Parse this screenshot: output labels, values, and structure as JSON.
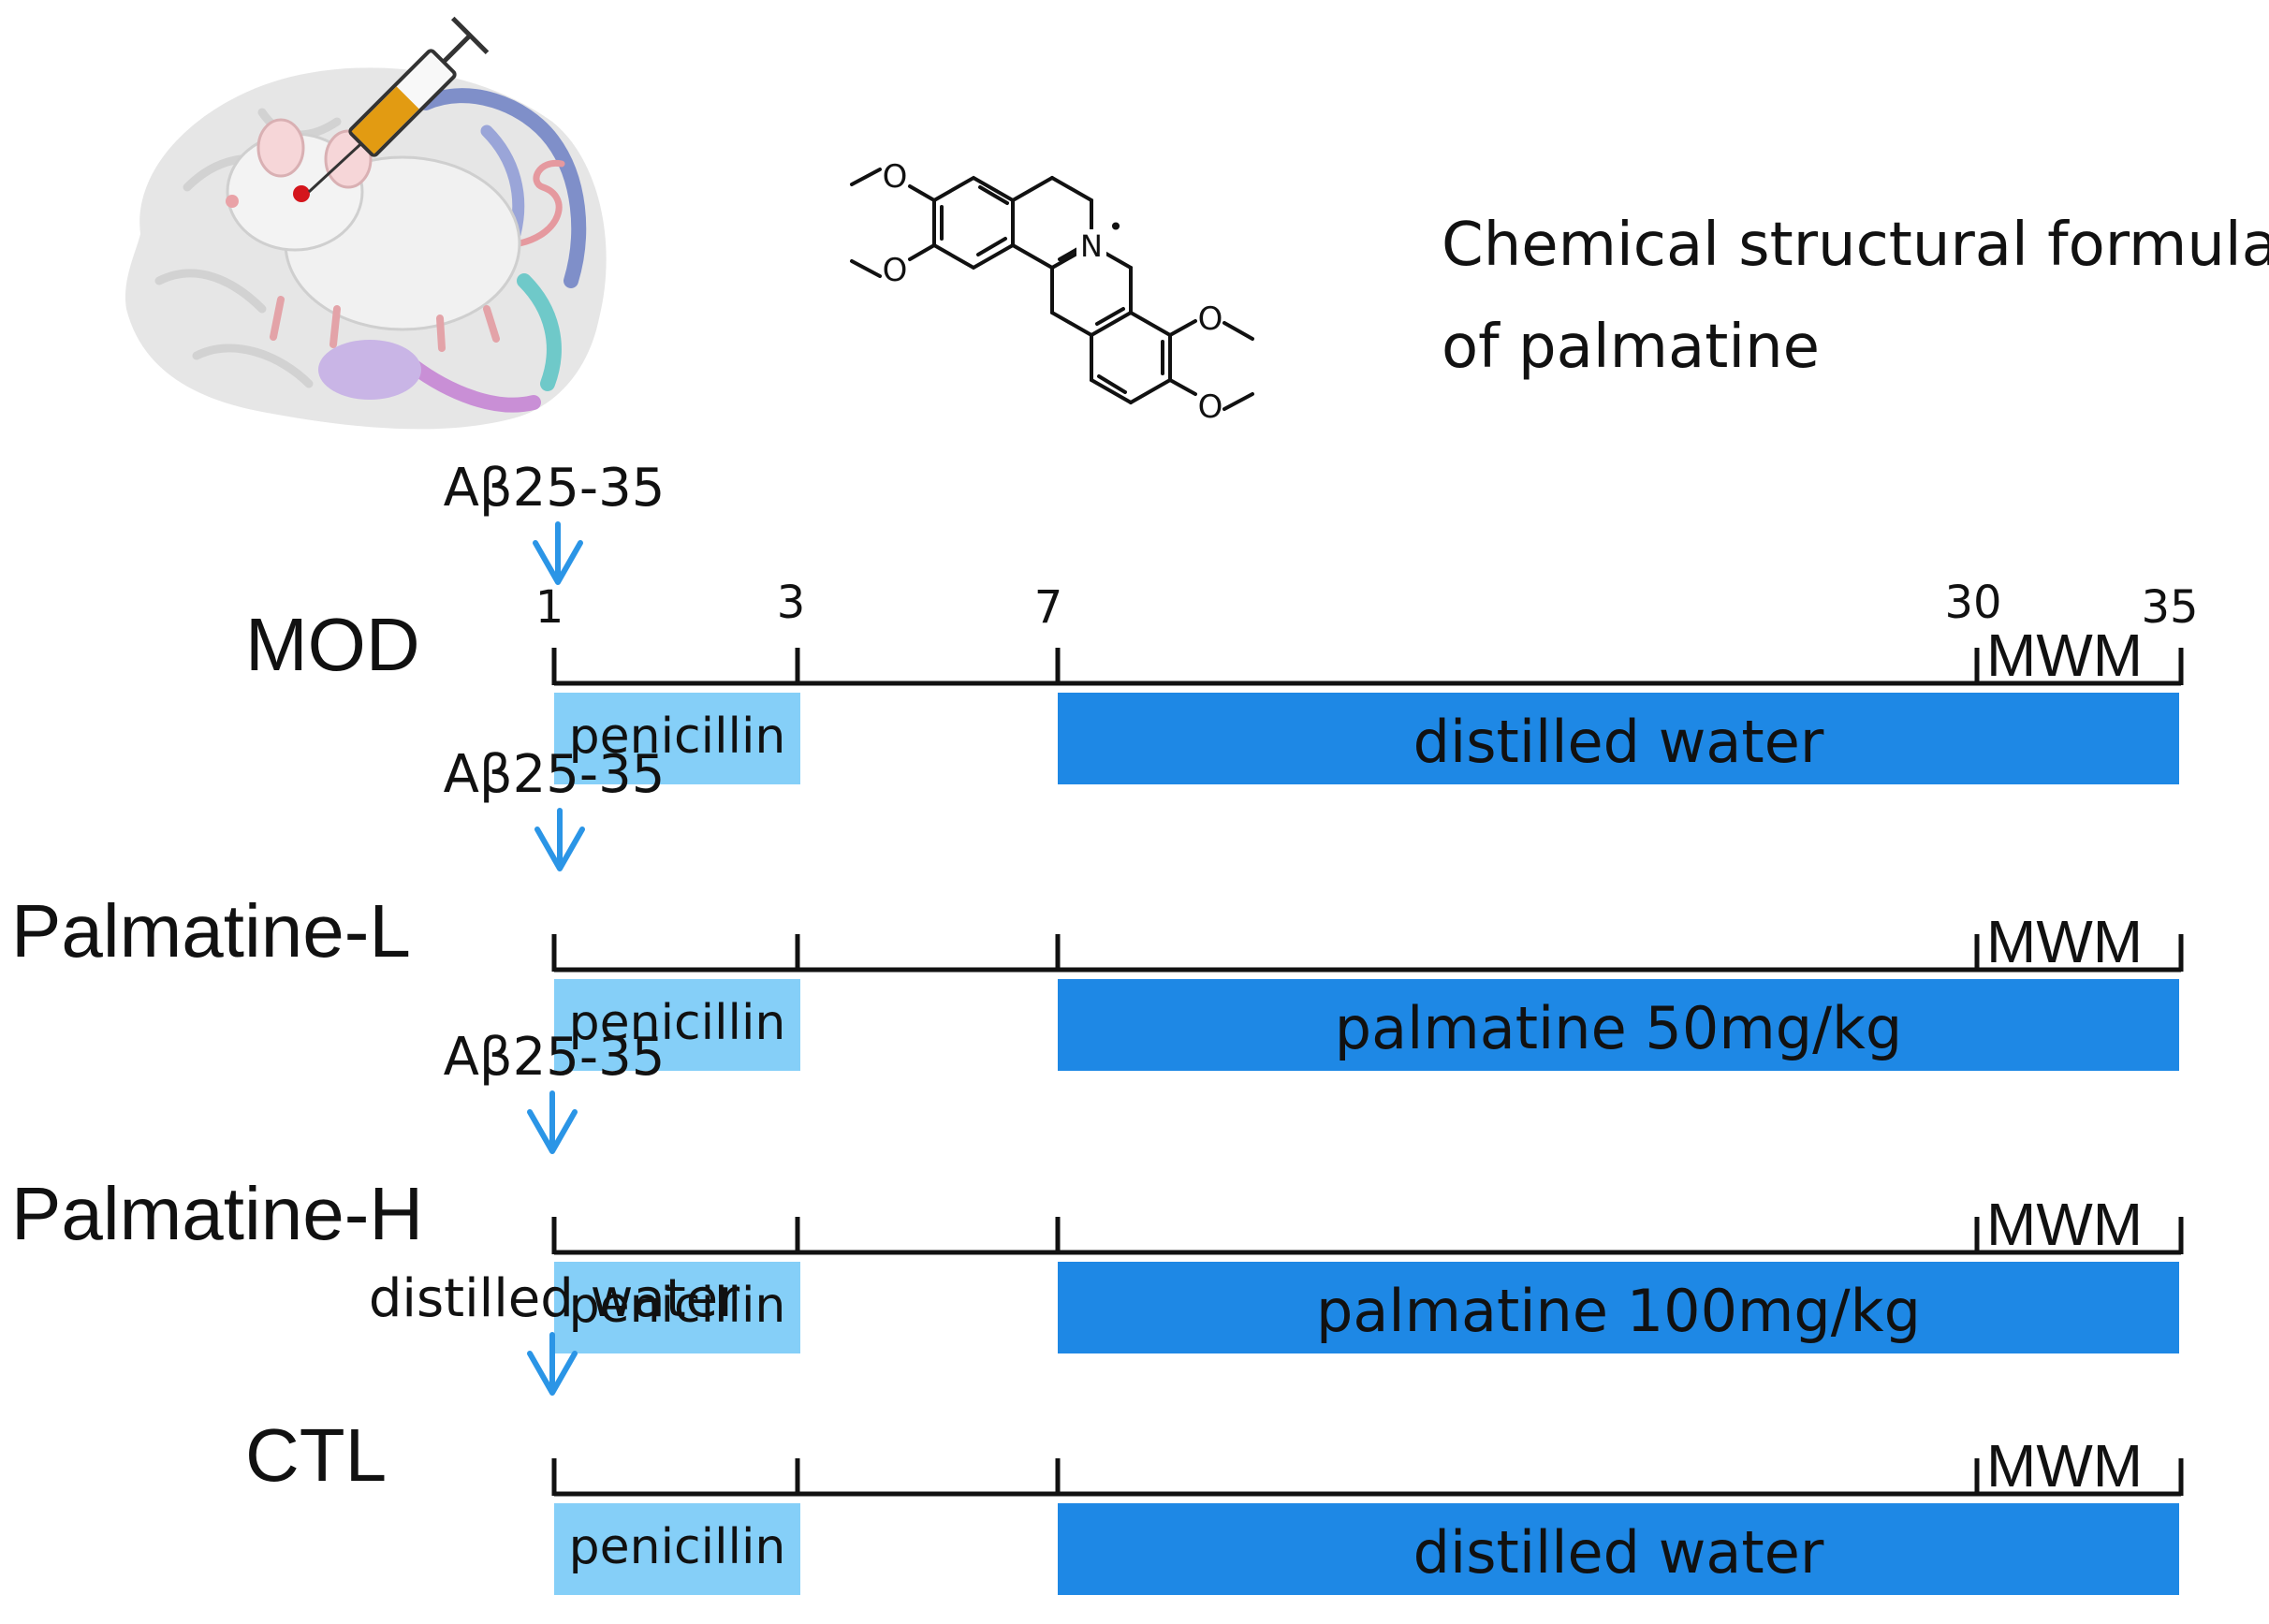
{
  "caption": {
    "line1": "Chemical structural formula",
    "line2": "of palmatine"
  },
  "illustration": {
    "brain_icon": "brain-icon",
    "mouse_icon": "mouse-icon",
    "syringe_icon": "syringe-icon",
    "molecule": "palmatine-structure-icon",
    "atom_label": "N",
    "atom_charge": "•",
    "methoxy_oxygen": "O"
  },
  "timeline": {
    "day_ticks": [
      "1",
      "3",
      "7",
      "30",
      "35"
    ],
    "test_label": "MWM",
    "colors": {
      "penicillin": "#85cff8",
      "treatment": "#1e88e5",
      "arrow": "#2b95e6",
      "axis": "#111111"
    },
    "groups": [
      {
        "name": "MOD",
        "injection": "Aβ25-35",
        "early_treatment": "penicillin",
        "late_treatment": "distilled water"
      },
      {
        "name": "Palmatine-L",
        "injection": "Aβ25-35",
        "early_treatment": "penicillin",
        "late_treatment": "palmatine 50mg/kg"
      },
      {
        "name": "Palmatine-H",
        "injection": "Aβ25-35",
        "early_treatment": "penicillin",
        "late_treatment": "palmatine 100mg/kg"
      },
      {
        "name": "CTL",
        "injection": "distilled water",
        "early_treatment": "penicillin",
        "late_treatment": "distilled water"
      }
    ]
  }
}
